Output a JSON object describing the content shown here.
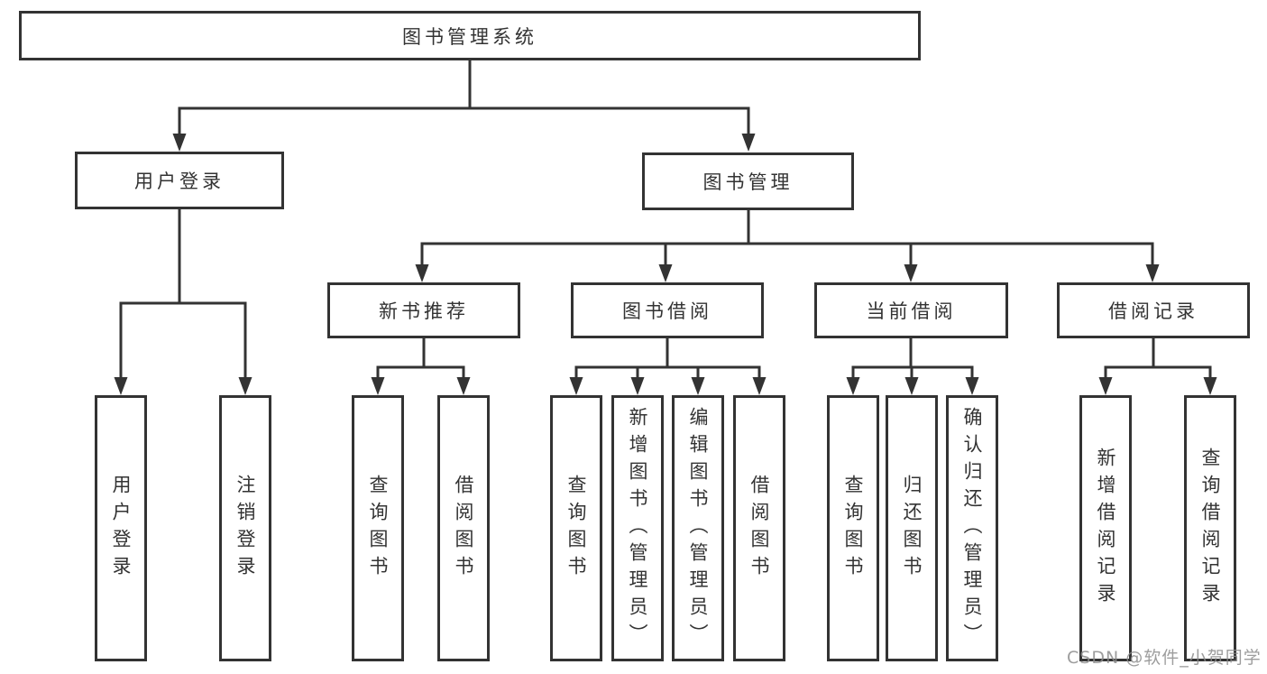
{
  "tree": {
    "label": "图书管理系统",
    "children": [
      {
        "label": "用户登录",
        "children": [
          {
            "label": "用户登录"
          },
          {
            "label": "注销登录"
          }
        ]
      },
      {
        "label": "图书管理",
        "children": [
          {
            "label": "新书推荐",
            "children": [
              {
                "label": "查询图书"
              },
              {
                "label": "借阅图书"
              }
            ]
          },
          {
            "label": "图书借阅",
            "children": [
              {
                "label": "查询图书"
              },
              {
                "label": "新增图书（管理员）"
              },
              {
                "label": "编辑图书（管理员）"
              },
              {
                "label": "借阅图书"
              }
            ]
          },
          {
            "label": "当前借阅",
            "children": [
              {
                "label": "查询图书"
              },
              {
                "label": "归还图书"
              },
              {
                "label": "确认归还（管理员）"
              }
            ]
          },
          {
            "label": "借阅记录",
            "children": [
              {
                "label": "新增借阅记录"
              },
              {
                "label": "查询借阅记录"
              }
            ]
          }
        ]
      }
    ]
  },
  "watermark": "CSDN @软件_小贺同学",
  "colors": {
    "line": "#333333",
    "text": "#333333",
    "box_background": "#ffffff",
    "watermark": "#8c8c8c",
    "background": "#ffffff"
  }
}
